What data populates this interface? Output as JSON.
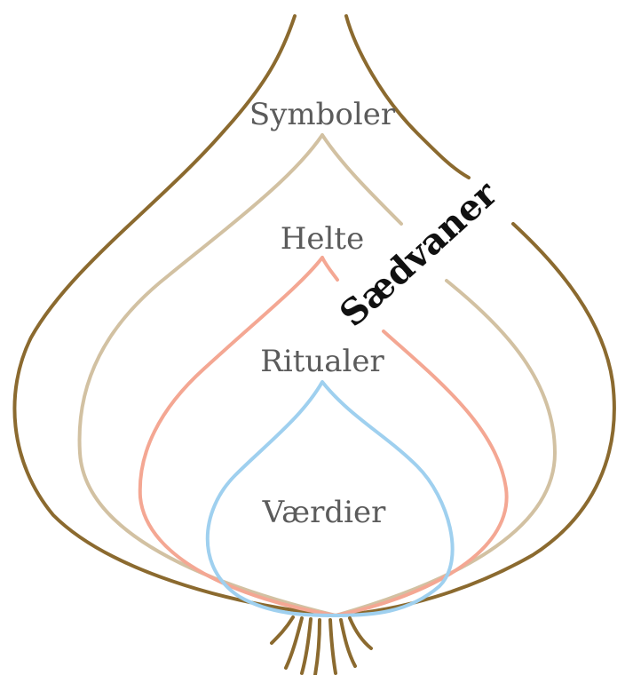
{
  "diagram": {
    "labels": {
      "symboler": "Symboler",
      "helte": "Helte",
      "ritualer": "Ritualer",
      "vaerdier": "Værdier",
      "saedvaner": "Sædvaner"
    },
    "colors": {
      "outer_layer": "#8b6a2f",
      "symboler_layer": "#d2c1a2",
      "helte_layer": "#f4a793",
      "ritualer_layer": "#9fd0ef",
      "roots": "#8b6a2f",
      "text": "#5b5b5b"
    }
  }
}
